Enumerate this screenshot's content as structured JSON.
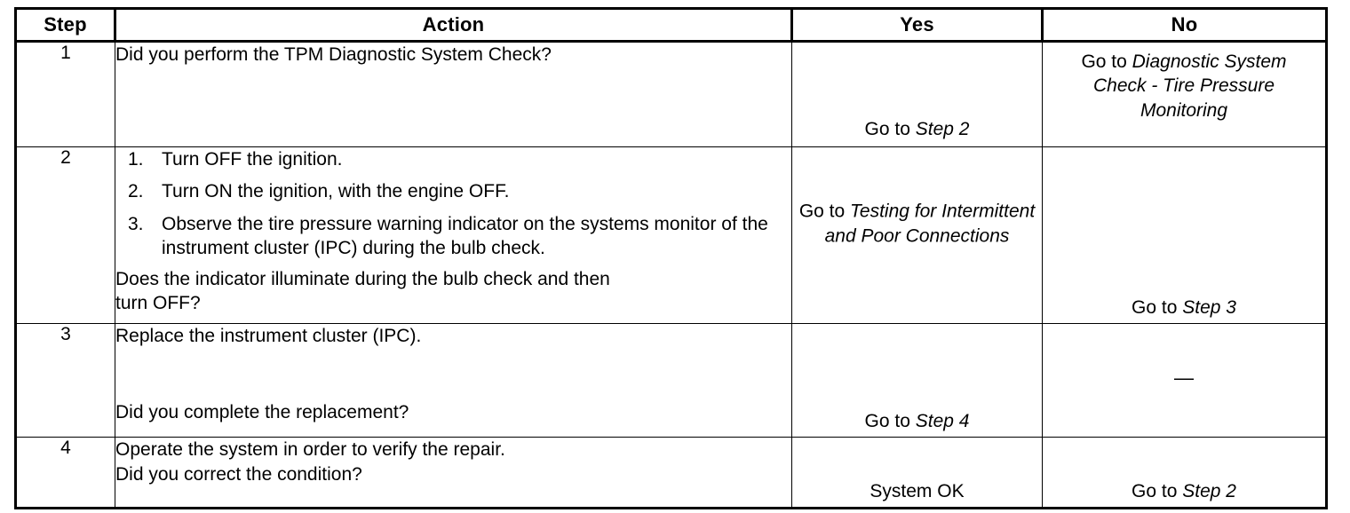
{
  "table": {
    "headers": {
      "step": "Step",
      "action": "Action",
      "yes": "Yes",
      "no": "No"
    },
    "rows": [
      {
        "step": "1",
        "action": {
          "intro": "Did you perform the TPM Diagnostic System Check?"
        },
        "yes": {
          "prefix": "Go to ",
          "ref": "Step 2"
        },
        "no": {
          "prefix": "Go to ",
          "ref": "Diagnostic System Check - Tire Pressure Monitoring"
        }
      },
      {
        "step": "2",
        "action": {
          "items": [
            {
              "num": "1.",
              "text": "Turn OFF the ignition."
            },
            {
              "num": "2.",
              "text": "Turn ON the ignition, with the engine OFF."
            },
            {
              "num": "3.",
              "text": "Observe the tire pressure warning indicator on the systems monitor of the instrument cluster (IPC) during the bulb check."
            }
          ],
          "question_line1": "Does the indicator illuminate during the bulb check and then",
          "question_line2": "turn OFF?"
        },
        "yes": {
          "prefix": "Go to ",
          "ref": "Testing for Intermittent and Poor Connections"
        },
        "no": {
          "prefix": "Go to ",
          "ref": "Step 3"
        }
      },
      {
        "step": "3",
        "action": {
          "intro": "Replace the instrument cluster (IPC).",
          "question": "Did you complete the replacement?"
        },
        "yes": {
          "prefix": "Go to ",
          "ref": "Step  4"
        },
        "no": {
          "dash": "—"
        }
      },
      {
        "step": "4",
        "action": {
          "intro": "Operate the system in order to verify the repair.",
          "question": "Did you correct the condition?"
        },
        "yes": {
          "plain": "System OK"
        },
        "no": {
          "prefix": "Go to ",
          "ref": "Step 2"
        }
      }
    ]
  }
}
